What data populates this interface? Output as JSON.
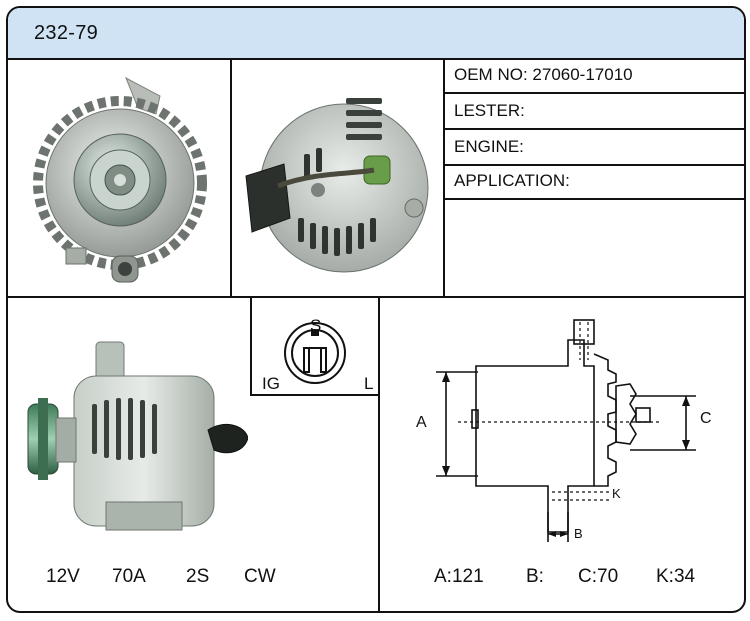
{
  "header": {
    "title": "232-79",
    "background": "#cfe3f4"
  },
  "info": [
    {
      "label": "OEM NO:",
      "value": "27060-17010"
    },
    {
      "label": "LESTER:",
      "value": ""
    },
    {
      "label": "ENGINE:",
      "value": ""
    },
    {
      "label": "APPLICATION:",
      "value": ""
    }
  ],
  "specs_left": {
    "voltage": "12V",
    "amperage": "70A",
    "grooves": "2S",
    "rotation": "CW"
  },
  "connector": {
    "top": "S",
    "left": "IG",
    "right": "L"
  },
  "dimensions": {
    "labels": {
      "a": "A",
      "b": "B",
      "c": "C",
      "k": "K"
    },
    "values": {
      "a": "A:121",
      "b": "B:",
      "c": "C:70",
      "k": "K:34"
    }
  },
  "images": {
    "front_view": "alternator-front-photo",
    "rear_view": "alternator-rear-photo",
    "side_view": "alternator-side-photo"
  }
}
